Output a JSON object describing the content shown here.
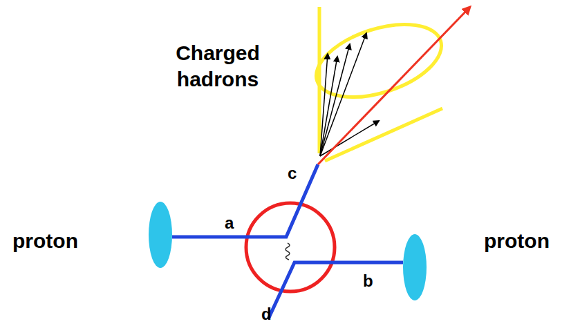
{
  "diagram": {
    "labels": [
      "Charged hadrons",
      "proton",
      "proton",
      "a",
      "b",
      "c",
      "d"
    ]
  }
}
